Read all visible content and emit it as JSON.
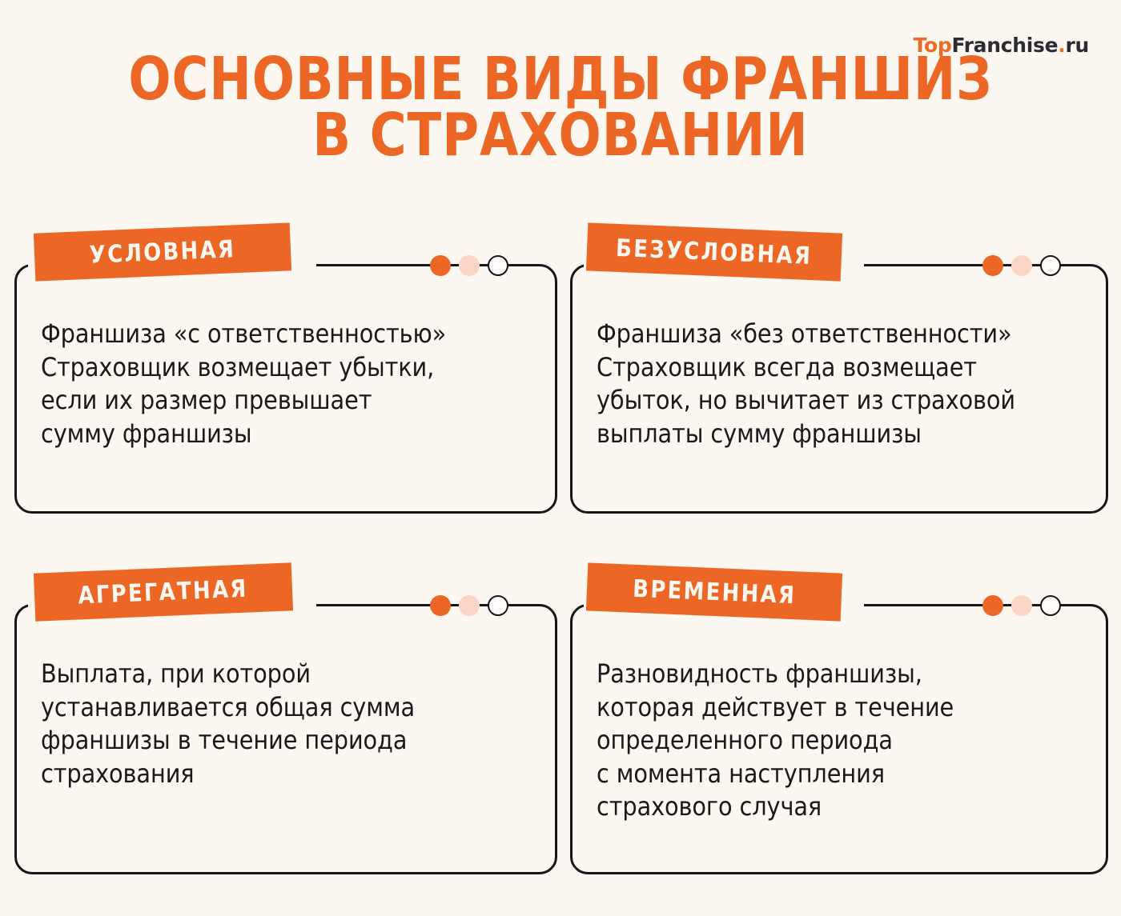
{
  "logo": {
    "part1": "Top",
    "part2": "Franchise",
    "dot": ".",
    "part3": "ru"
  },
  "title": {
    "line1": "ОСНОВНЫЕ ВИДЫ ФРАНШИЗ",
    "line2": "В СТРАХОВАНИИ"
  },
  "colors": {
    "background": "#fdf7f2",
    "accent_orange": "#ec6726",
    "pale_orange": "#fbd6c6",
    "outline": "#16161a",
    "body_text": "#1a1a1d"
  },
  "cards": [
    {
      "label": "УСЛОВНАЯ",
      "lines": [
        "Франшиза «с ответственностью»",
        "Страховщик возмещает убытки,",
        "если их размер превышает",
        "сумму франшизы"
      ],
      "dots": [
        "solid",
        "pale",
        "open"
      ]
    },
    {
      "label": "БЕЗУСЛОВНАЯ",
      "lines": [
        "Франшиза «без ответственности»",
        "Страховщик всегда возмещает",
        "убыток, но вычитает из страховой",
        "выплаты сумму франшизы"
      ],
      "dots": [
        "solid",
        "pale",
        "open"
      ]
    },
    {
      "label": "АГРЕГАТНАЯ",
      "lines": [
        "Выплата, при которой",
        "устанавливается общая сумма",
        "франшизы в течение периода",
        "страхования"
      ],
      "dots": [
        "solid",
        "pale",
        "open"
      ]
    },
    {
      "label": "ВРЕМЕННАЯ",
      "lines": [
        "Разновидность франшизы,",
        "которая действует в течение",
        "определенного периода",
        "с момента наступления",
        "страхового случая"
      ],
      "dots": [
        "solid",
        "pale",
        "open"
      ]
    }
  ]
}
